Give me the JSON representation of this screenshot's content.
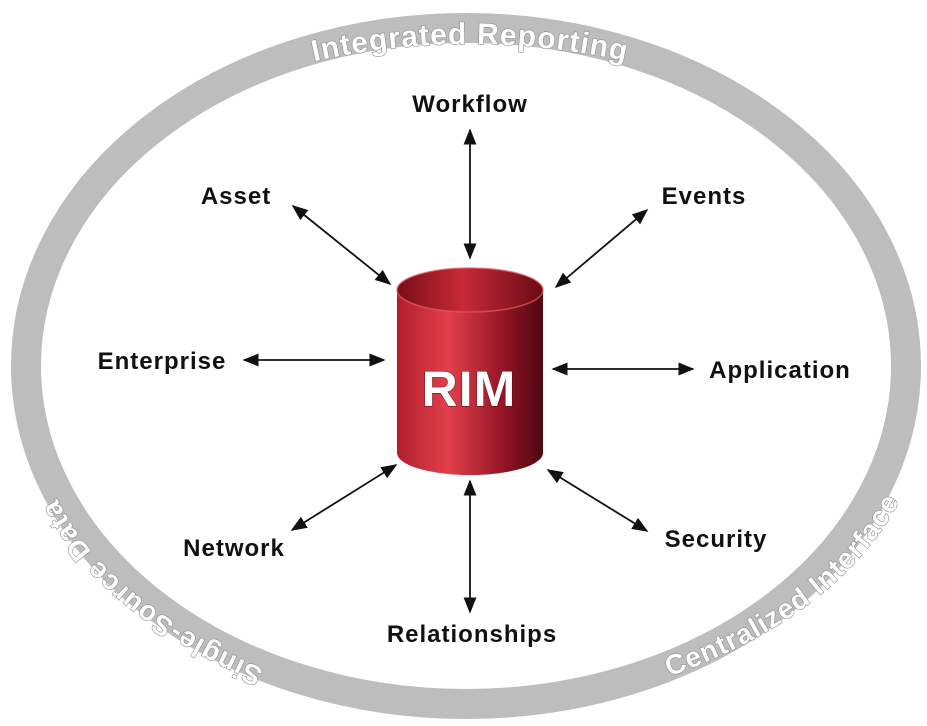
{
  "ring": {
    "top_label": "Integrated Reporting",
    "right_label": "Centralized Interface",
    "left_label": "Single-Source Data"
  },
  "center": {
    "label": "RIM"
  },
  "nodes": [
    {
      "key": "workflow",
      "label": "Workflow"
    },
    {
      "key": "events",
      "label": "Events"
    },
    {
      "key": "application",
      "label": "Application"
    },
    {
      "key": "security",
      "label": "Security"
    },
    {
      "key": "relationships",
      "label": "Relationships"
    },
    {
      "key": "network",
      "label": "Network"
    },
    {
      "key": "enterprise",
      "label": "Enterprise"
    },
    {
      "key": "asset",
      "label": "Asset"
    }
  ],
  "colors": {
    "ring": "#bdbdbd",
    "cylinder_light": "#d9343f",
    "cylinder_dark": "#5e0b18",
    "label": "#111111"
  }
}
